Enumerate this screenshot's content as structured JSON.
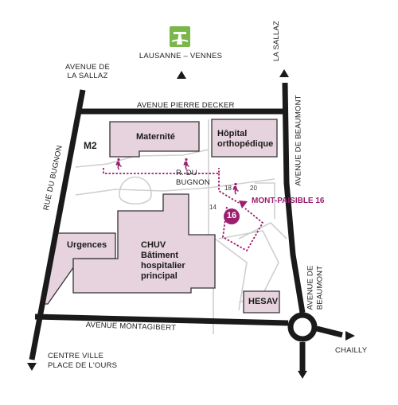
{
  "map": {
    "colors": {
      "building_fill": "#e6d3dd",
      "building_stroke": "#333333",
      "road": "#1a1a1a",
      "minor_road": "#cfcfcf",
      "route": "#9a1f6e",
      "highway_sign": "#7ab648"
    },
    "directions": {
      "highway": "LAUSANNE – VENNES",
      "sallaz_top_right": "LA SALLAZ",
      "sallaz_top_left_line1": "AVENUE DE",
      "sallaz_top_left_line2": "LA SALLAZ",
      "centre_line1": "CENTRE VILLE",
      "centre_line2": "PLACE DE L'OURS",
      "chailly": "CHAILLY"
    },
    "streets": {
      "pierre_decker": "AVENUE PIERRE DECKER",
      "montagibert": "AVENUE MONTAGIBERT",
      "rue_bugnon": "RUE DU BUGNON",
      "r_bugnon_line1": "R. DU",
      "r_bugnon_line2": "BUGNON",
      "beaumont_upper": "AVENUE DE BEAUMONT",
      "beaumont_lower_line1": "AVENUE DE",
      "beaumont_lower_line2": "BEAUMONT"
    },
    "metro": "M2",
    "buildings": {
      "maternite": "Maternité",
      "hopital_ortho_line1": "Hôpital",
      "hopital_ortho_line2": "orthopédique",
      "urgences": "Urgences",
      "chuv_line1": "CHUV",
      "chuv_line2": "Bâtiment",
      "chuv_line3": "hospitalier",
      "chuv_line4": "principal",
      "hesav": "HESAV"
    },
    "numbers": {
      "n14": "14",
      "n18": "18",
      "n20": "20"
    },
    "destination": {
      "label": "MONT-PAISIBLE 16",
      "badge": "16"
    },
    "icons": [
      "highway-icon",
      "pedestrian-icon",
      "arrow-up-icon",
      "arrow-down-icon",
      "arrow-right-icon"
    ]
  }
}
